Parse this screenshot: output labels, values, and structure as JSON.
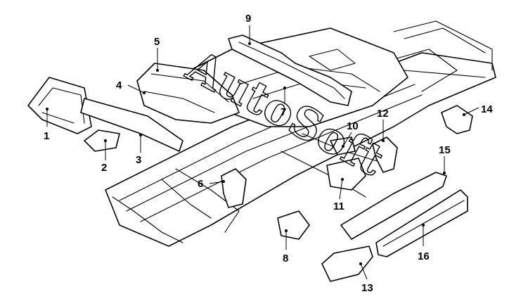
{
  "diagram": {
    "callouts": [
      "1",
      "2",
      "3",
      "4",
      "5",
      "6",
      "8",
      "7",
      "9",
      "10",
      "11",
      "12",
      "13",
      "14",
      "15",
      "16"
    ],
    "watermark": "AutoSoft"
  }
}
